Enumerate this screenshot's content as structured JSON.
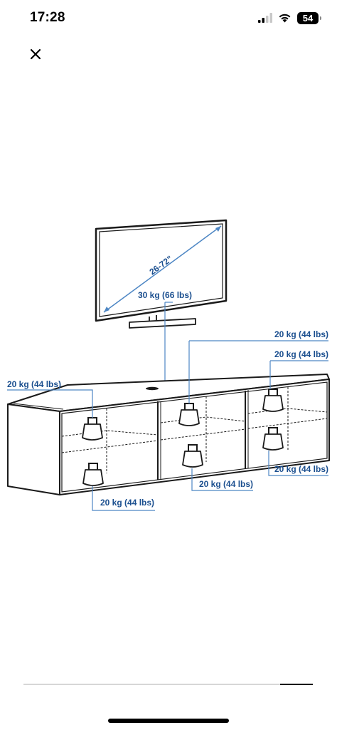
{
  "status_bar": {
    "time": "17:28",
    "battery": "54",
    "icons": [
      "signal-icon",
      "wifi-icon",
      "battery-icon"
    ]
  },
  "header": {
    "close_icon": "close-icon"
  },
  "diagram": {
    "tv_size": "26-72\"",
    "tv_load": "30 kg (66 lbs)",
    "compartment_loads": [
      "20 kg (44 lbs)",
      "20 kg (44 lbs)",
      "20 kg (44 lbs)",
      "20 kg (44 lbs)",
      "20 kg (44 lbs)",
      "20 kg (44 lbs)"
    ],
    "colors": {
      "label": "#1b4f8f",
      "line": "#4d86c4",
      "outline": "#1a1a1a"
    }
  },
  "gallery": {
    "position": 1.0
  }
}
